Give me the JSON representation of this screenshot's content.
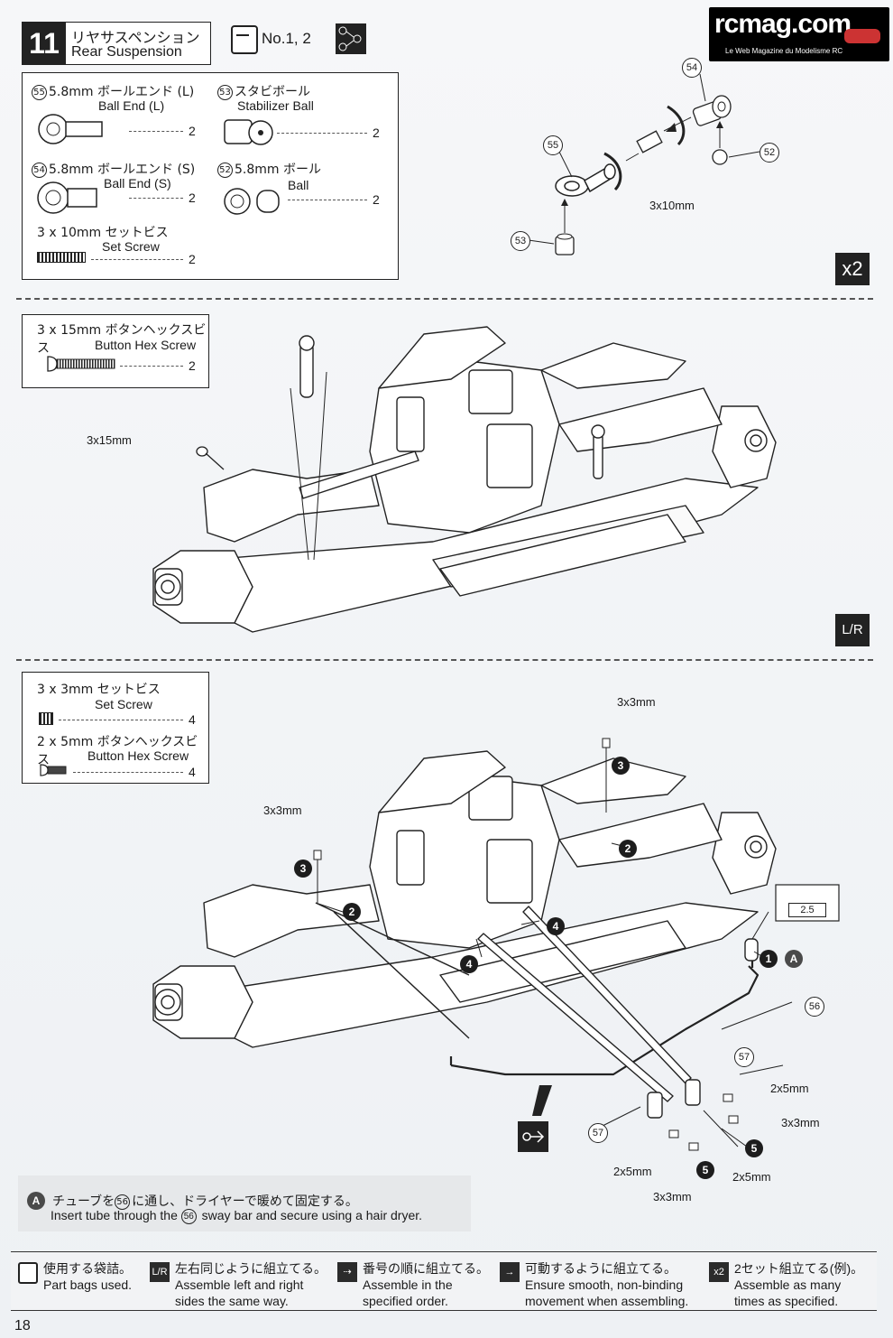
{
  "header": {
    "step_number": "11",
    "title_jp": "リヤサスペンション",
    "title_en": "Rear Suspension",
    "bags": "No.1, 2",
    "order_icon": "order-icon"
  },
  "logo": {
    "name": "rcmag.com",
    "tagline": "Le Web Magazine du Modelisme RC"
  },
  "parts_box_1": {
    "items": [
      {
        "num": "55",
        "jp": "5.8mm ボールエンド (L)",
        "en": "Ball End (L)",
        "qty": "2"
      },
      {
        "num": "53",
        "jp": "スタビボール",
        "en": "Stabilizer Ball",
        "qty": "2"
      },
      {
        "num": "54",
        "jp": "5.8mm ボールエンド (S)",
        "en": "Ball End (S)",
        "qty": "2"
      },
      {
        "num": "52",
        "jp": "5.8mm ボール",
        "en": "Ball",
        "qty": "2"
      },
      {
        "num": "",
        "jp": "3 x 10mm セットビス",
        "en": "Set Screw",
        "qty": "2"
      }
    ]
  },
  "assembly_1": {
    "labels": {
      "set_screw": "3x10mm",
      "mult": "x2"
    },
    "callouts": [
      "54",
      "55",
      "52",
      "53"
    ]
  },
  "parts_box_2": {
    "jp": "3 x 15mm ボタンヘックスビス",
    "en": "Button Hex Screw",
    "qty": "2",
    "label": "3x15mm",
    "lr": "L/R"
  },
  "parts_box_3": {
    "items": [
      {
        "jp": "3 x 3mm セットビス",
        "en": "Set Screw",
        "qty": "4"
      },
      {
        "jp": "2 x 5mm ボタンヘックスビス",
        "en": "Button Hex Screw",
        "qty": "4"
      }
    ]
  },
  "assembly_3": {
    "labels": {
      "a": "3x3mm",
      "b": "3x3mm",
      "c": "2x5mm",
      "d": "3x3mm",
      "e": "2x5mm",
      "f": "2x5mm",
      "g": "3x3mm",
      "tube": "2.5"
    },
    "steps": [
      "1",
      "2",
      "2",
      "3",
      "3",
      "4",
      "4",
      "5",
      "5"
    ],
    "a_mark": "A",
    "callouts": [
      "56",
      "57",
      "57"
    ]
  },
  "note": {
    "mark": "A",
    "jp_pre": "チューブを",
    "num": "56",
    "jp_post": "に通し、ドライヤーで暖めて固定する。",
    "en_pre": "Insert tube through the",
    "en_post": "sway bar and secure using a hair dryer."
  },
  "legend": [
    {
      "icon": "bag-icon",
      "jp": "使用する袋詰。",
      "en1": "Part bags used.",
      "en2": ""
    },
    {
      "icon": "left-right-icon",
      "jp": "左右同じように組立てる。",
      "en1": "Assemble left and right",
      "en2": "sides the same way."
    },
    {
      "icon": "order-icon",
      "jp": "番号の順に組立てる。",
      "en1": "Assemble in the",
      "en2": "specified order."
    },
    {
      "icon": "movement-icon",
      "jp": "可動するように組立てる。",
      "en1": "Ensure smooth, non-binding",
      "en2": "movement when assembling."
    },
    {
      "icon": "times-icon",
      "jp": "2セット組立てる(例)。",
      "en1": "Assemble as many",
      "en2": "times as specified."
    }
  ],
  "legend_times_label": "x2",
  "page_number": "18"
}
